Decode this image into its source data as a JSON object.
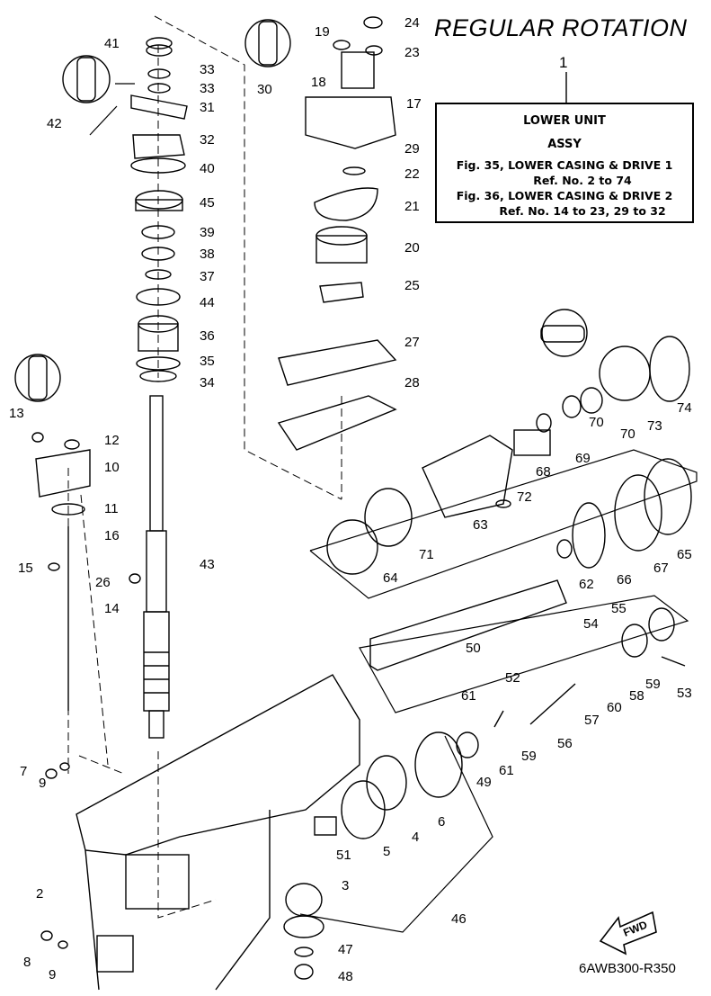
{
  "title": "REGULAR ROTATION",
  "assembly_ref": "1",
  "info_box": {
    "line1": "LOWER UNIT",
    "line2": "ASSY",
    "line3": "Fig. 35, LOWER CASING & DRIVE 1",
    "line4": "Ref. No. 2 to 74",
    "line5": "Fig. 36, LOWER CASING & DRIVE 2",
    "line6": "Ref. No. 14 to 23, 29 to 32"
  },
  "direction_badge": "FWD",
  "drawing_code": "6AWB300-R350",
  "lubricant_icons": [
    "grease-tube-icon-a",
    "grease-tube-icon-b",
    "grease-tube-icon-c",
    "grease-tube-icon-d"
  ],
  "callouts": [
    "41",
    "33",
    "33",
    "31",
    "42",
    "32",
    "40",
    "45",
    "39",
    "38",
    "37",
    "44",
    "36",
    "35",
    "34",
    "24",
    "19",
    "23",
    "30",
    "18",
    "17",
    "29",
    "22",
    "21",
    "20",
    "25",
    "27",
    "28",
    "13",
    "12",
    "10",
    "11",
    "16",
    "15",
    "26",
    "43",
    "14",
    "74",
    "73",
    "70",
    "70",
    "69",
    "68",
    "72",
    "63",
    "71",
    "64",
    "62",
    "66",
    "67",
    "65",
    "55",
    "54",
    "50",
    "59",
    "53",
    "58",
    "60",
    "52",
    "61",
    "57",
    "56",
    "59",
    "61",
    "49",
    "6",
    "4",
    "5",
    "7",
    "9",
    "51",
    "2",
    "3",
    "46",
    "8",
    "9",
    "47",
    "48"
  ]
}
